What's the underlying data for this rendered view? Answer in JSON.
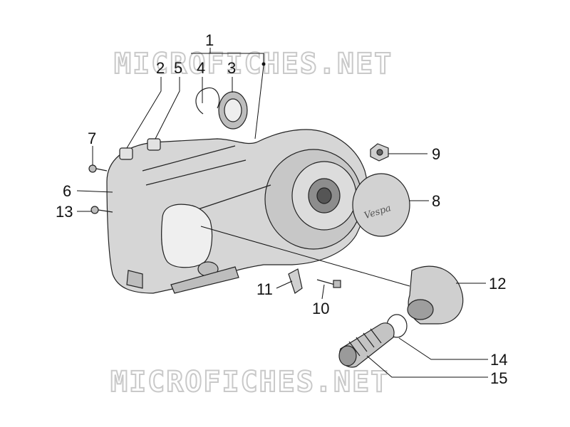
{
  "watermark": {
    "text": "MICROFICHES.NET"
  },
  "callouts": {
    "c1": "1",
    "c2": "2",
    "c3": "3",
    "c4": "4",
    "c5": "5",
    "c6": "6",
    "c7": "7",
    "c8": "8",
    "c9": "9",
    "c10": "10",
    "c11": "11",
    "c12": "12",
    "c13": "13",
    "c14": "14",
    "c15": "15"
  },
  "logo_text": "Vespa",
  "colors": {
    "line": "#111111",
    "part_fill": "#d9d9d9",
    "part_dark": "#9a9a9a",
    "watermark": "#c9c9c9"
  }
}
